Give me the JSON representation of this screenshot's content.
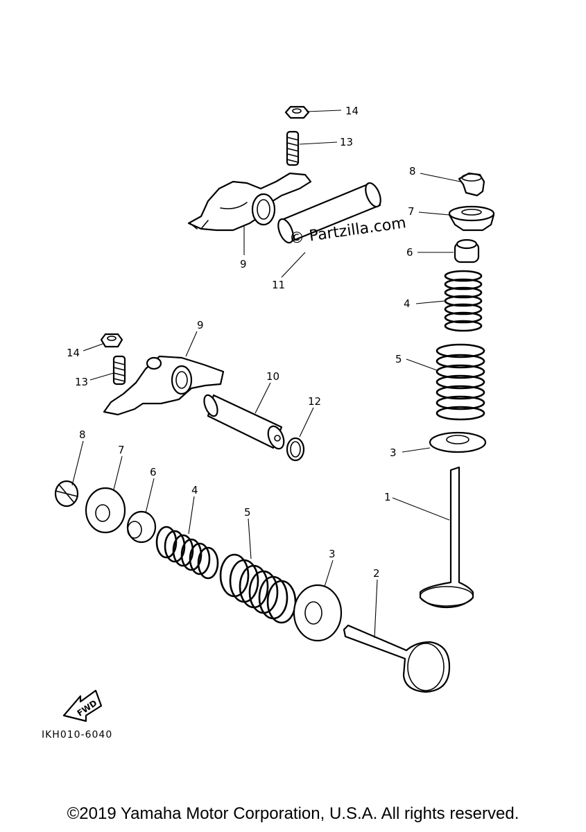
{
  "callouts": {
    "c14a": "14",
    "c13a": "13",
    "c9a": "9",
    "c11": "11",
    "c8a": "8",
    "c7a": "7",
    "c6a": "6",
    "c4a": "4",
    "c5a": "5",
    "c3a": "3",
    "c1": "1",
    "c9b": "9",
    "c14b": "14",
    "c13b": "13",
    "c10": "10",
    "c12": "12",
    "c8b": "8",
    "c7b": "7",
    "c6b": "6",
    "c4b": "4",
    "c5b": "5",
    "c3b": "3",
    "c2": "2"
  },
  "watermark": "© Partzilla.com",
  "fwd_label": "FWD",
  "diagram_code": "IKH010-6040",
  "copyright": "©2019 Yamaha Motor Corporation, U.S.A. All rights reserved."
}
